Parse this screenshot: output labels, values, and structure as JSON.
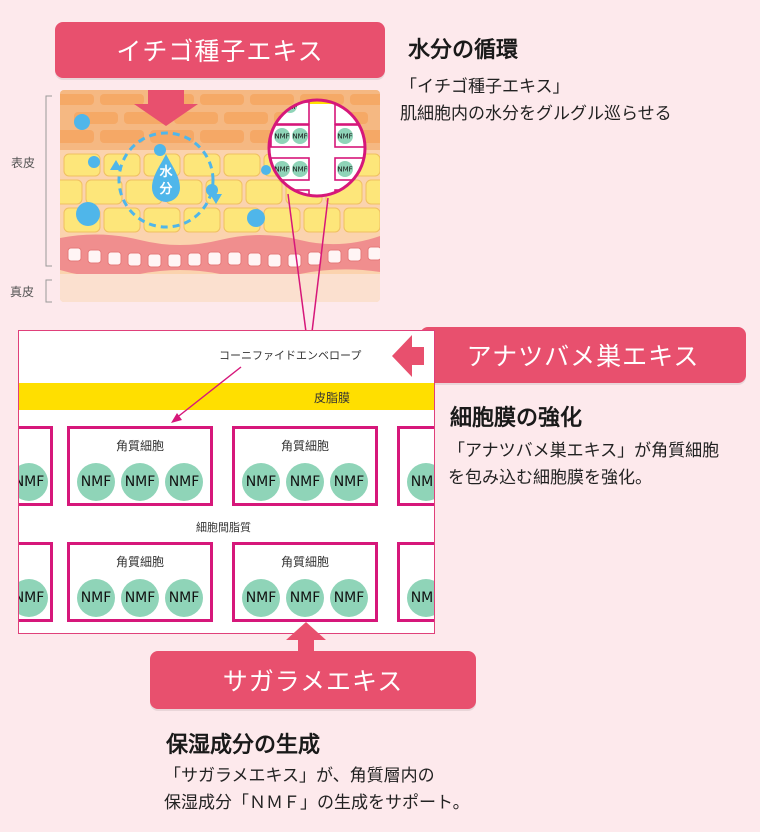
{
  "labels": {
    "strawberry": "イチゴ種子エキス",
    "swallow": "アナツバメ巣エキス",
    "sagara": "サガラメエキス",
    "epidermis": "表皮",
    "dermis": "真皮",
    "water": "水分",
    "nmf": "NMF"
  },
  "sections": {
    "water": {
      "title": "水分の循環",
      "line1": "「イチゴ種子エキス」",
      "line2": "肌細胞内の水分をグルグル巡らせる"
    },
    "membrane": {
      "title": "細胞膜の強化",
      "line1": "「アナツバメ巣エキス」が角質細胞",
      "line2": "を包み込む細胞膜を強化。"
    },
    "moisture": {
      "title": "保湿成分の生成",
      "line1": "「サガラメエキス」が、角質層内の",
      "line2": "保湿成分「ＮＭＦ」の生成をサポート。"
    }
  },
  "panel": {
    "envelope": "コーニファイドエンベロープ",
    "sebum": "皮脂膜",
    "cell_label": "角質細胞",
    "lipid": "細胞間脂質",
    "nmf": "NMF"
  },
  "colors": {
    "accent": "#e8506e",
    "cell_border": "#d6177a",
    "nmf": "#8fd4b8",
    "sebum": "#ffdf00",
    "water": "#4fb6ea"
  }
}
